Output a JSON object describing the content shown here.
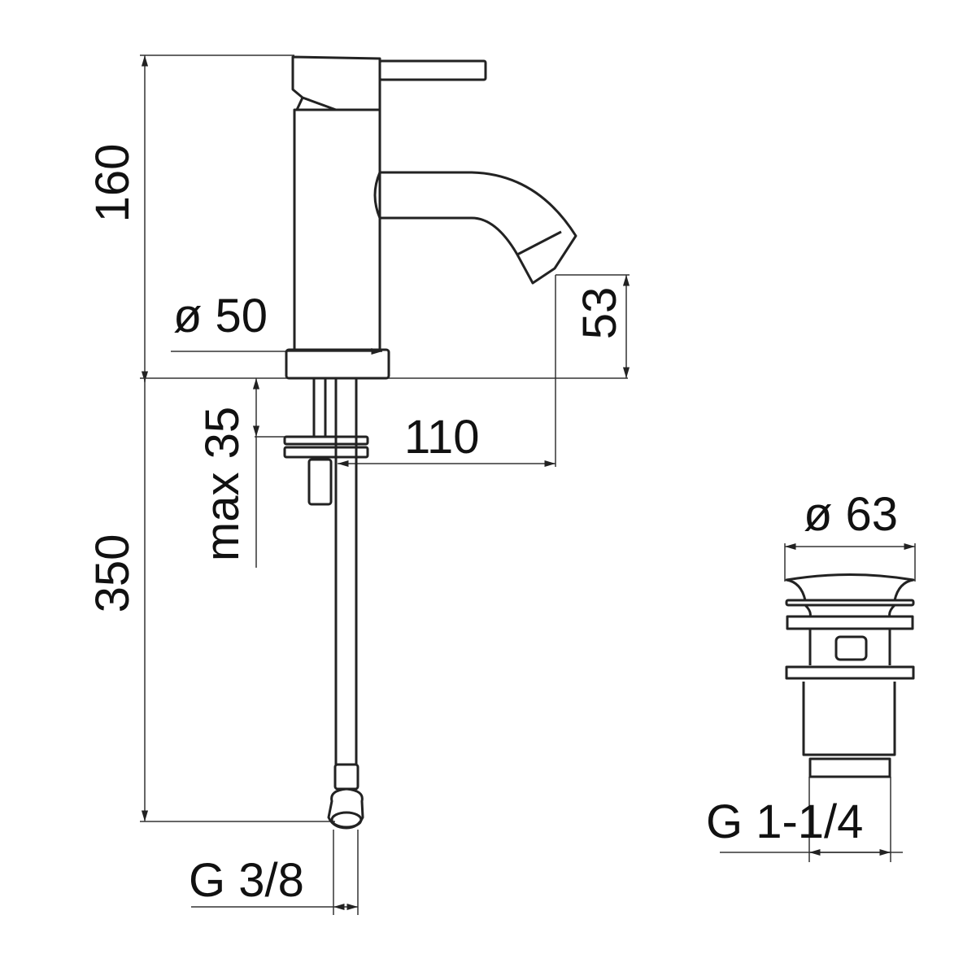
{
  "drawing": {
    "title": "Basin mixer and pop-up waste dimensions",
    "dimensions": {
      "height_total": "160",
      "hose_length": "350",
      "body_diameter": "ø 50",
      "spout_height": "53",
      "max_deck_thickness": "max 35",
      "spout_reach": "110",
      "hose_thread": "G 3/8",
      "waste_diameter": "ø 63",
      "waste_thread": "G 1-1/4"
    }
  }
}
